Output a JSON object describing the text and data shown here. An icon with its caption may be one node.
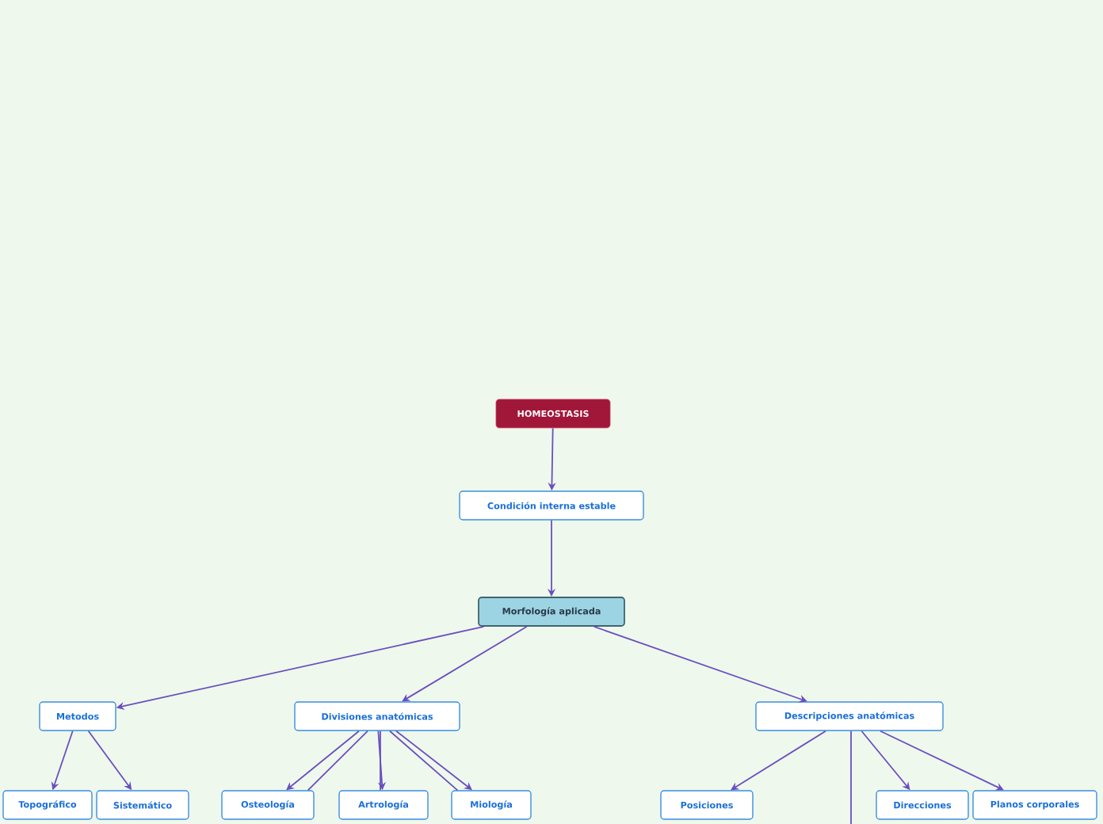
{
  "diagram": {
    "nodes": [
      {
        "text": [
          "HOMEOSTASIS"
        ]
      },
      {
        "text": [
          "Condición interna estable"
        ]
      },
      {
        "text": [
          "Morfología aplicada"
        ]
      },
      {
        "text": [
          "Metodos"
        ]
      },
      {
        "text": [
          "Divisiones anatómicas"
        ]
      },
      {
        "text": [
          "Descripciones anatómicas"
        ]
      },
      {
        "text": [
          "Topográfico"
        ]
      },
      {
        "text": [
          "Sistemático"
        ]
      },
      {
        "text": [
          "Osteología"
        ]
      },
      {
        "text": [
          "Artrología"
        ]
      },
      {
        "text": [
          "Miología"
        ]
      },
      {
        "text": [
          "Posiciones"
        ]
      },
      {
        "text": [
          "Direcciones"
        ]
      },
      {
        "text": [
          "Planos corporales"
        ]
      }
    ],
    "edges": [
      {
        "from": 0,
        "to": 1,
        "arrow": "to"
      },
      {
        "from": 1,
        "to": 2,
        "arrow": "to"
      },
      {
        "from": 2,
        "to": 3,
        "arrow": "to"
      },
      {
        "from": 2,
        "to": 4,
        "arrow": "to"
      },
      {
        "from": 2,
        "to": 5,
        "arrow": "to"
      },
      {
        "from": 3,
        "to": 6,
        "arrow": "to"
      },
      {
        "from": 3,
        "to": 7,
        "arrow": "to"
      },
      {
        "from": 4,
        "to": 8,
        "arrow": "to"
      },
      {
        "from": 4,
        "to": 8,
        "arrow": "none"
      },
      {
        "from": 4,
        "to": 9,
        "arrow": "to"
      },
      {
        "from": 4,
        "to": 9,
        "arrow": "none"
      },
      {
        "from": 4,
        "to": 10,
        "arrow": "to"
      },
      {
        "from": 4,
        "to": 10,
        "arrow": "none"
      },
      {
        "from": 5,
        "to": 11,
        "arrow": "to"
      },
      {
        "from": 5,
        "to": null,
        "arrow": "none"
      },
      {
        "from": 5,
        "to": 12,
        "arrow": "to"
      },
      {
        "from": 5,
        "to": 13,
        "arrow": "to"
      }
    ]
  }
}
